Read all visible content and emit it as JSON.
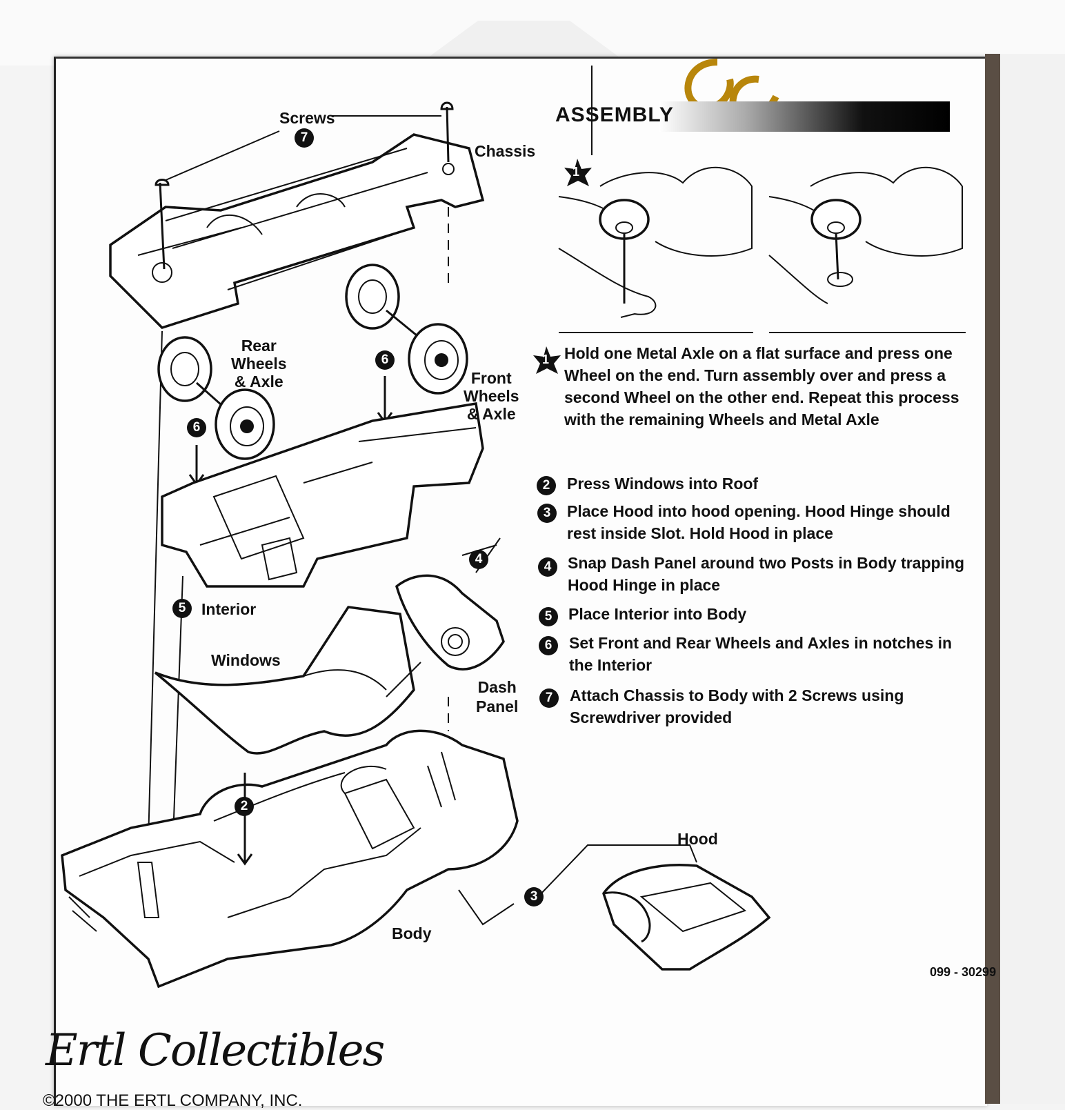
{
  "header": {
    "title": "ASSEMBLY"
  },
  "labels": {
    "screws": "Screws",
    "chassis": "Chassis",
    "rear_wheels": [
      "Rear",
      "Wheels",
      "& Axle"
    ],
    "front_wheels": [
      "Front",
      "Wheels",
      "& Axle"
    ],
    "interior": "Interior",
    "windows": "Windows",
    "dash_panel": [
      "Dash",
      "Panel"
    ],
    "hood": "Hood",
    "body": "Body"
  },
  "callouts": {
    "screws": "7",
    "rear_axle": "6",
    "front_axle": "6",
    "interior": "5",
    "dash": "4",
    "windows": "2",
    "hood": "3",
    "step1_top": "1"
  },
  "steps": [
    {
      "num": "1",
      "text": "Hold one Metal Axle on a flat surface and press one Wheel on the end. Turn assembly over and press a second Wheel on the other end. Repeat this process with the remaining Wheels and Metal Axle"
    },
    {
      "num": "2",
      "text": "Press Windows into Roof"
    },
    {
      "num": "3",
      "text": "Place Hood into hood opening. Hood Hinge should rest inside Slot. Hold Hood in place"
    },
    {
      "num": "4",
      "text": "Snap Dash Panel around two Posts in Body trapping Hood Hinge in place"
    },
    {
      "num": "5",
      "text": "Place Interior into Body"
    },
    {
      "num": "6",
      "text": "Set Front and Rear Wheels and Axles in notches in the Interior"
    },
    {
      "num": "7",
      "text": "Attach Chassis to Body with 2 Screws using Screwdriver provided"
    }
  ],
  "part_code": "099 - 30299",
  "brand": "Ertl Collectibles",
  "copyright": "©2000 THE ERTL COMPANY, INC."
}
